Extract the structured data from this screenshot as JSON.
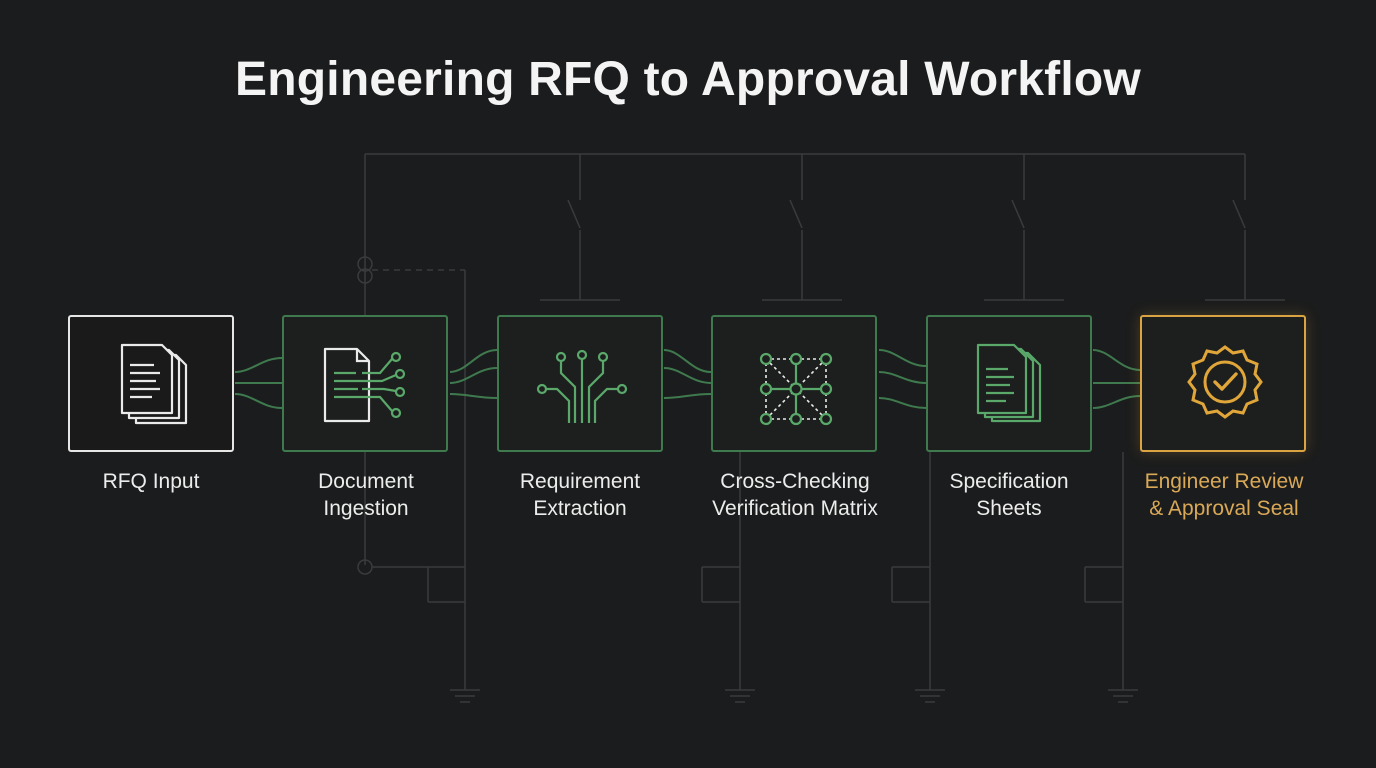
{
  "title": "Engineering RFQ to Approval Workflow",
  "steps": [
    {
      "lines": [
        "RFQ Input"
      ],
      "icon": "document-stack-icon"
    },
    {
      "lines": [
        "Document",
        "Ingestion"
      ],
      "icon": "document-ingest-icon"
    },
    {
      "lines": [
        "Requirement",
        "Extraction"
      ],
      "icon": "circuit-tree-icon"
    },
    {
      "lines": [
        "Cross-Checking",
        "Verification Matrix"
      ],
      "icon": "node-matrix-icon"
    },
    {
      "lines": [
        "Specification",
        "Sheets"
      ],
      "icon": "sheets-stack-icon"
    },
    {
      "lines": [
        "Engineer Review",
        "& Approval Seal"
      ],
      "icon": "approval-seal-icon"
    }
  ],
  "colors": {
    "background": "#1b1c1d",
    "green_accent": "#3f7a4e",
    "icon_green": "#5aa96a",
    "gold_accent": "#d9a441",
    "white": "#e6e6e6"
  }
}
